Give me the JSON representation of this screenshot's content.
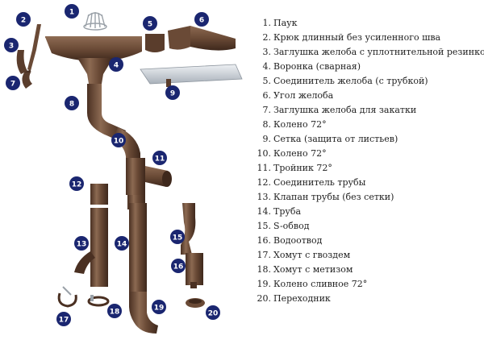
{
  "colors": {
    "pipe": "#6a4a36",
    "pipe_dark": "#4a3022",
    "pipe_light": "#8c6a52",
    "badge": "#1a2670",
    "steel": "#c9cfd6"
  },
  "legend": {
    "items": [
      {
        "number": "1.",
        "label": "Паук"
      },
      {
        "number": "2.",
        "label": "Крюк длинный без усиленного шва"
      },
      {
        "number": "3.",
        "label": "Заглушка желоба с уплотнительной резинкой"
      },
      {
        "number": "4.",
        "label": "Воронка (сварная)"
      },
      {
        "number": "5.",
        "label": "Соединитель желоба (с трубкой)"
      },
      {
        "number": "6.",
        "label": "Угол желоба"
      },
      {
        "number": "7.",
        "label": "Заглушка желоба для закатки"
      },
      {
        "number": "8.",
        "label": "Колено 72°"
      },
      {
        "number": "9.",
        "label": "Сетка (защита от листьев)"
      },
      {
        "number": "10.",
        "label": "Колено 72°"
      },
      {
        "number": "11.",
        "label": "Тройник 72°"
      },
      {
        "number": "12.",
        "label": "Соединитель трубы"
      },
      {
        "number": "13.",
        "label": "Клапан трубы (без сетки)"
      },
      {
        "number": "14.",
        "label": "Труба"
      },
      {
        "number": "15.",
        "label": "S-обвод"
      },
      {
        "number": "16.",
        "label": "Водоотвод"
      },
      {
        "number": "17.",
        "label": "Хомут с гвоздем"
      },
      {
        "number": "18.",
        "label": "Хомут с метизом"
      },
      {
        "number": "19.",
        "label": "Колено сливное 72°"
      },
      {
        "number": "20.",
        "label": "Переходник"
      }
    ]
  },
  "badges": [
    "1",
    "2",
    "3",
    "4",
    "5",
    "6",
    "7",
    "8",
    "9",
    "10",
    "11",
    "12",
    "13",
    "14",
    "15",
    "16",
    "17",
    "18",
    "19",
    "20"
  ]
}
